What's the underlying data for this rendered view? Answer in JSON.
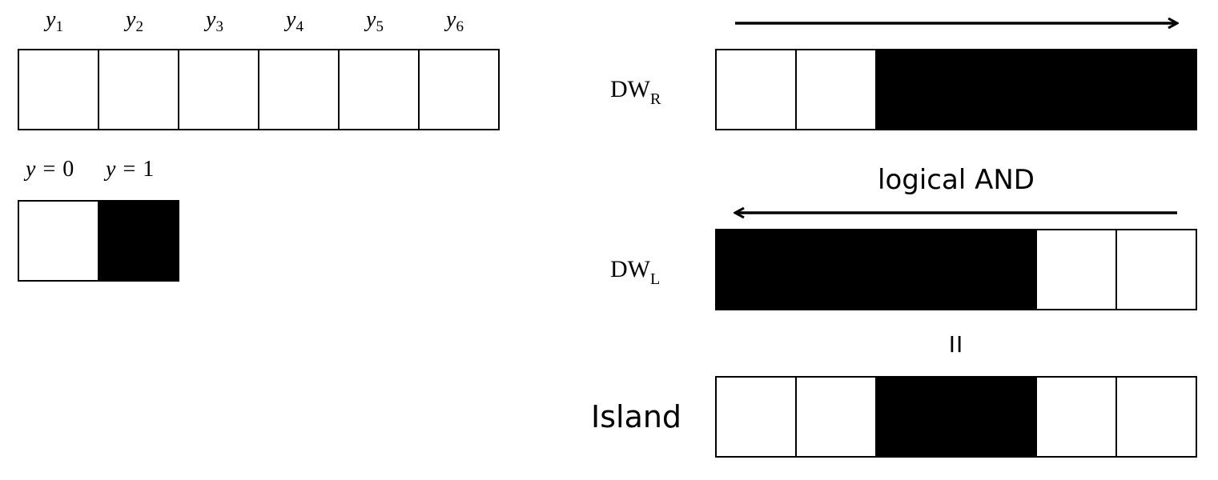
{
  "colors": {
    "on": "#000000",
    "off": "#ffffff",
    "stroke": "#000000"
  },
  "variables": {
    "base": "y",
    "subscripts": [
      "1",
      "2",
      "3",
      "4",
      "5",
      "6"
    ]
  },
  "legend": [
    {
      "lhs": "y",
      "op": "=",
      "rhs": "0",
      "value": 0
    },
    {
      "lhs": "y",
      "op": "=",
      "rhs": "1",
      "value": 1
    }
  ],
  "rows": {
    "dw_r": {
      "label_main": "DW",
      "label_sub": "R",
      "cells": [
        0,
        0,
        1,
        1,
        1,
        1
      ],
      "arrow": "right"
    },
    "dw_l": {
      "label_main": "DW",
      "label_sub": "L",
      "cells": [
        1,
        1,
        1,
        1,
        0,
        0
      ],
      "arrow": "left"
    },
    "island": {
      "label": "Island",
      "cells": [
        0,
        0,
        1,
        1,
        0,
        0
      ]
    }
  },
  "operation_label": "logical AND",
  "equals_symbol": "II"
}
